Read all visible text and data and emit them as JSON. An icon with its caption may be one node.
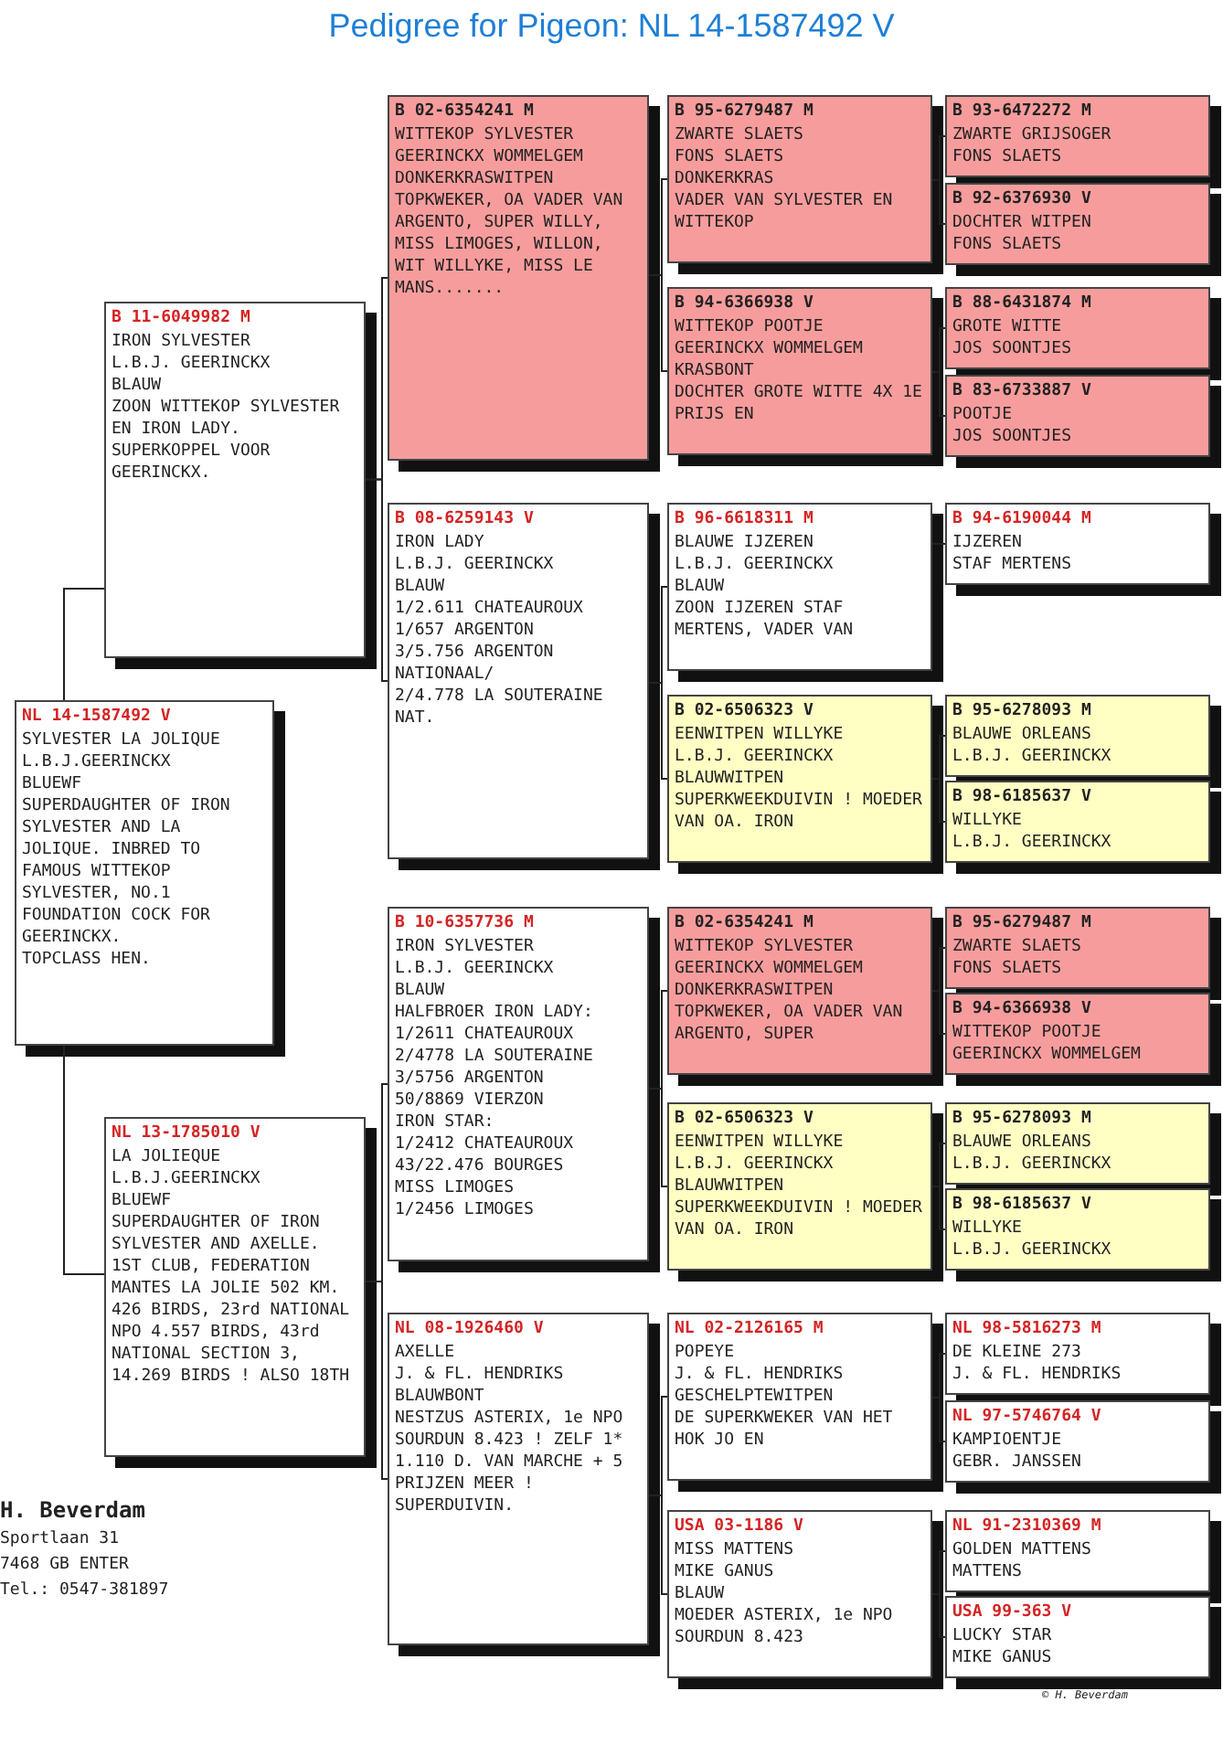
{
  "diagram": {
    "title": "Pedigree for Pigeon: NL 14-1587492 V",
    "nodes": [
      {
        "text": [
          "NL 14-1587492 V",
          "SYLVESTER LA JOLIQUE",
          "L.B.J.GEERINCKX",
          "BLUEWF",
          "SUPERDAUGHTER OF IRON SYLVESTER AND LA JOLIQUE. INBRED TO FAMOUS WITTEKOP SYLVESTER, NO.1 FOUNDATION COCK FOR GEERINCKX.",
          "TOPCLASS HEN."
        ]
      },
      {
        "text": [
          "B 11-6049982 M",
          "IRON SYLVESTER",
          "L.B.J. GEERINCKX",
          "BLAUW",
          "ZOON WITTEKOP SYLVESTER EN IRON LADY. SUPERKOPPEL VOOR GEERINCKX."
        ]
      },
      {
        "text": [
          "NL 13-1785010 V",
          "LA JOLIEQUE",
          "L.B.J.GEERINCKX",
          "BLUEWF",
          "SUPERDAUGHTER OF IRON SYLVESTER AND AXELLE.",
          "1ST CLUB, FEDERATION MANTES LA JOLIE 502 KM. 426 BIRDS, 23rd NATIONAL NPO 4.557 BIRDS, 43rd NATIONAL SECTION 3, 14.269 BIRDS ! ALSO 18TH"
        ]
      },
      {
        "text": [
          "B 02-6354241 M",
          "WITTEKOP SYLVESTER",
          "GEERINCKX WOMMELGEM",
          "DONKERKRASWITPEN",
          "TOPKWEKER, OA VADER VAN ARGENTO, SUPER WILLY, MISS LIMOGES, WILLON, WIT WILLYKE, MISS LE MANS......."
        ]
      },
      {
        "text": [
          "B 08-6259143 V",
          "IRON LADY",
          "L.B.J. GEERINCKX",
          "BLAUW",
          "1/2.611 CHATEAUROUX",
          "1/657 ARGENTON",
          "3/5.756 ARGENTON NATIONAAL/",
          "2/4.778 LA SOUTERAINE NAT."
        ]
      },
      {
        "text": [
          "B 10-6357736 M",
          "IRON SYLVESTER",
          "L.B.J. GEERINCKX",
          "BLAUW",
          "HALFBROER IRON LADY:",
          "1/2611 CHATEAUROUX",
          "2/4778 LA SOUTERAINE",
          "3/5756 ARGENTON",
          "50/8869 VIERZON",
          "IRON STAR:",
          "1/2412 CHATEAUROUX",
          "43/22.476 BOURGES",
          "MISS LIMOGES",
          "1/2456 LIMOGES"
        ]
      },
      {
        "text": [
          "NL 08-1926460 V",
          "AXELLE",
          "J. & FL. HENDRIKS",
          "BLAUWBONT",
          "NESTZUS ASTERIX, 1e NPO SOURDUN 8.423 ! ZELF 1* 1.110 D. VAN MARCHE + 5 PRIJZEN MEER !",
          "SUPERDUIVIN."
        ]
      },
      {
        "text": [
          "B 95-6279487 M",
          "ZWARTE SLAETS",
          "FONS SLAETS",
          "DONKERKRAS",
          "VADER VAN SYLVESTER EN WITTEKOP"
        ]
      },
      {
        "text": [
          "B 94-6366938 V",
          "WITTEKOP POOTJE",
          "GEERINCKX WOMMELGEM",
          "KRASBONT",
          "DOCHTER GROTE WITTE 4X 1E PRIJS EN"
        ]
      },
      {
        "text": [
          "B 96-6618311 M",
          "BLAUWE IJZEREN",
          "L.B.J. GEERINCKX",
          "BLAUW",
          "ZOON IJZEREN STAF MERTENS, VADER VAN"
        ]
      },
      {
        "text": [
          "B 02-6506323 V",
          "EENWITPEN WILLYKE",
          "L.B.J. GEERINCKX",
          "BLAUWWITPEN",
          "SUPERKWEEKDUIVIN ! MOEDER VAN OA. IRON"
        ]
      },
      {
        "text": [
          "B 02-6354241 M",
          "WITTEKOP SYLVESTER",
          "GEERINCKX WOMMELGEM",
          "DONKERKRASWITPEN",
          "TOPKWEKER, OA VADER VAN ARGENTO, SUPER"
        ]
      },
      {
        "text": [
          "B 02-6506323 V",
          "EENWITPEN WILLYKE",
          "L.B.J. GEERINCKX",
          "BLAUWWITPEN",
          "SUPERKWEEKDUIVIN ! MOEDER VAN OA. IRON"
        ]
      },
      {
        "text": [
          "NL 02-2126165 M",
          "POPEYE",
          "J. & FL. HENDRIKS",
          "GESCHELPTEWITPEN",
          "DE SUPERKWEKER VAN HET HOK JO EN"
        ]
      },
      {
        "text": [
          "USA 03-1186 V",
          "MISS MATTENS",
          "MIKE GANUS",
          "BLAUW",
          "MOEDER ASTERIX, 1e NPO SOURDUN 8.423"
        ]
      },
      {
        "text": [
          "B 93-6472272 M",
          "ZWARTE GRIJSOGER",
          "FONS SLAETS"
        ]
      },
      {
        "text": [
          "B 92-6376930 V",
          "DOCHTER WITPEN",
          "FONS SLAETS"
        ]
      },
      {
        "text": [
          "B 88-6431874 M",
          "GROTE WITTE",
          "JOS SOONTJES"
        ]
      },
      {
        "text": [
          "B 83-6733887 V",
          "POOTJE",
          "JOS SOONTJES"
        ]
      },
      {
        "text": [
          "B 94-6190044 M",
          "IJZEREN",
          "STAF MERTENS"
        ]
      },
      {
        "text": [
          "B 95-6278093 M",
          "BLAUWE ORLEANS",
          "L.B.J. GEERINCKX"
        ]
      },
      {
        "text": [
          "B 98-6185637 V",
          "WILLYKE",
          "L.B.J. GEERINCKX"
        ]
      },
      {
        "text": [
          "B 95-6279487 M",
          "ZWARTE SLAETS",
          "FONS SLAETS"
        ]
      },
      {
        "text": [
          "B 94-6366938 V",
          "WITTEKOP POOTJE",
          "GEERINCKX WOMMELGEM"
        ]
      },
      {
        "text": [
          "B 95-6278093 M",
          "BLAUWE ORLEANS",
          "L.B.J. GEERINCKX"
        ]
      },
      {
        "text": [
          "B 98-6185637 V",
          "WILLYKE",
          "L.B.J. GEERINCKX"
        ]
      },
      {
        "text": [
          "NL 98-5816273 M",
          "DE KLEINE 273",
          "J. & FL. HENDRIKS"
        ]
      },
      {
        "text": [
          "NL 97-5746764 V",
          "KAMPIOENTJE",
          "GEBR. JANSSEN"
        ]
      },
      {
        "text": [
          "NL 91-2310369 M",
          "GOLDEN MATTENS",
          "MATTENS"
        ]
      },
      {
        "text": [
          "USA 99-363 V",
          "LUCKY STAR",
          "MIKE GANUS"
        ]
      }
    ],
    "edges": [
      {
        "from": 0,
        "to": 1,
        "arrow": "none"
      },
      {
        "from": 0,
        "to": 2,
        "arrow": "none"
      },
      {
        "from": 1,
        "to": 3,
        "arrow": "none"
      },
      {
        "from": 1,
        "to": 4,
        "arrow": "none"
      },
      {
        "from": 2,
        "to": 5,
        "arrow": "none"
      },
      {
        "from": 2,
        "to": 6,
        "arrow": "none"
      },
      {
        "from": 3,
        "to": 7,
        "arrow": "none"
      },
      {
        "from": 3,
        "to": 8,
        "arrow": "none"
      },
      {
        "from": 4,
        "to": 9,
        "arrow": "none"
      },
      {
        "from": 4,
        "to": 10,
        "arrow": "none"
      },
      {
        "from": 5,
        "to": 11,
        "arrow": "none"
      },
      {
        "from": 5,
        "to": 12,
        "arrow": "none"
      },
      {
        "from": 6,
        "to": 13,
        "arrow": "none"
      },
      {
        "from": 6,
        "to": 14,
        "arrow": "none"
      },
      {
        "from": 7,
        "to": 15,
        "arrow": "none"
      },
      {
        "from": 7,
        "to": 16,
        "arrow": "none"
      },
      {
        "from": 8,
        "to": 17,
        "arrow": "none"
      },
      {
        "from": 8,
        "to": 18,
        "arrow": "none"
      },
      {
        "from": 9,
        "to": 19,
        "arrow": "none"
      },
      {
        "from": 10,
        "to": 20,
        "arrow": "none"
      },
      {
        "from": 10,
        "to": 21,
        "arrow": "none"
      },
      {
        "from": 11,
        "to": 22,
        "arrow": "none"
      },
      {
        "from": 11,
        "to": 23,
        "arrow": "none"
      },
      {
        "from": 12,
        "to": 24,
        "arrow": "none"
      },
      {
        "from": 12,
        "to": 25,
        "arrow": "none"
      },
      {
        "from": 13,
        "to": 26,
        "arrow": "none"
      },
      {
        "from": 13,
        "to": 27,
        "arrow": "none"
      },
      {
        "from": 14,
        "to": 28,
        "arrow": "none"
      },
      {
        "from": 14,
        "to": 29,
        "arrow": "none"
      }
    ],
    "labels": [
      "H. Beverdam",
      "Sportlaan 31",
      "7468 GB ENTER",
      "Tel.: 0547-381897",
      "© H. Beverdam"
    ]
  }
}
